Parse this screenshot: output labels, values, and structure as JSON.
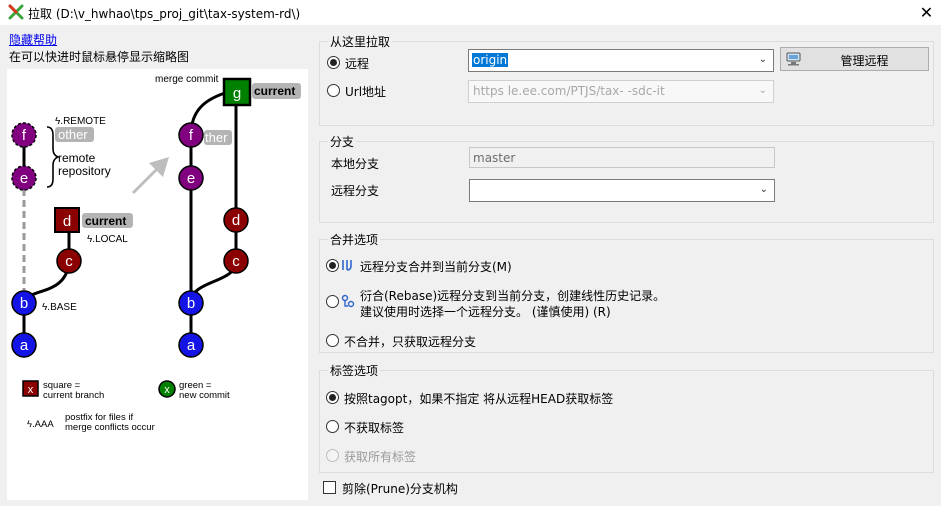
{
  "window": {
    "title": "拉取 (D:\\v_hwhao\\tps_proj_git\\tax-system-rd\\)",
    "close_glyph": "✕"
  },
  "help": {
    "hide_link": "隐藏帮助",
    "hint": "在可以快进时鼠标悬停显示缩略图"
  },
  "diagram": {
    "merge_commit_label": "merge commit",
    "remote_suffix": "ϟ.REMOTE",
    "local_suffix": "ϟ.LOCAL",
    "base_suffix": "ϟ.BASE",
    "remote_repository_line1": "remote",
    "remote_repository_line2": "repository",
    "other_tag": "other",
    "other_tag_partial": "ther",
    "current_tag": "current",
    "nodes": {
      "a": "a",
      "b": "b",
      "c": "c",
      "d": "d",
      "e": "e",
      "f": "f",
      "g": "g"
    },
    "legend": {
      "square_marker": "x",
      "square_line1": "square =",
      "square_line2": "current branch",
      "green_marker": "x",
      "green_line1": "green =",
      "green_line2": "new commit",
      "postfix_marker": "ϟ.AAA",
      "postfix_line1": "postfix for files if",
      "postfix_line2": "merge conflicts occur"
    },
    "colors": {
      "purple": "#800080",
      "darkred": "#8b0000",
      "blue": "#1414e6",
      "green": "#008000"
    }
  },
  "pull_from": {
    "title": "从这里拉取",
    "remote_label": "远程",
    "remote_selected": true,
    "remote_value": "origin",
    "url_label": "Url地址",
    "url_value": "https                  le.ee.com/PTJS/tax-           -sdc-it",
    "manage_remotes_label": "管理远程"
  },
  "branch": {
    "title": "分支",
    "local_label": "本地分支",
    "local_value": "master",
    "remote_label": "远程分支",
    "remote_value": ""
  },
  "merge_options": {
    "title": "合并选项",
    "merge_label": "远程分支合并到当前分支(M)",
    "merge_selected": true,
    "rebase_line1": "衍合(Rebase)远程分支到当前分支，创建线性历史记录。",
    "rebase_line2": "建议使用时选择一个远程分支。   (谨慎使用) (R)",
    "fetch_only_label": "不合并，只获取远程分支"
  },
  "tag_options": {
    "title": "标签选项",
    "tagopt_label": "按照tagopt，如果不指定 将从远程HEAD获取标签",
    "tagopt_selected": true,
    "no_tags_label": "不获取标签",
    "all_tags_label": "获取所有标签"
  },
  "prune": {
    "label": "剪除(Prune)分支机构",
    "checked": false
  }
}
